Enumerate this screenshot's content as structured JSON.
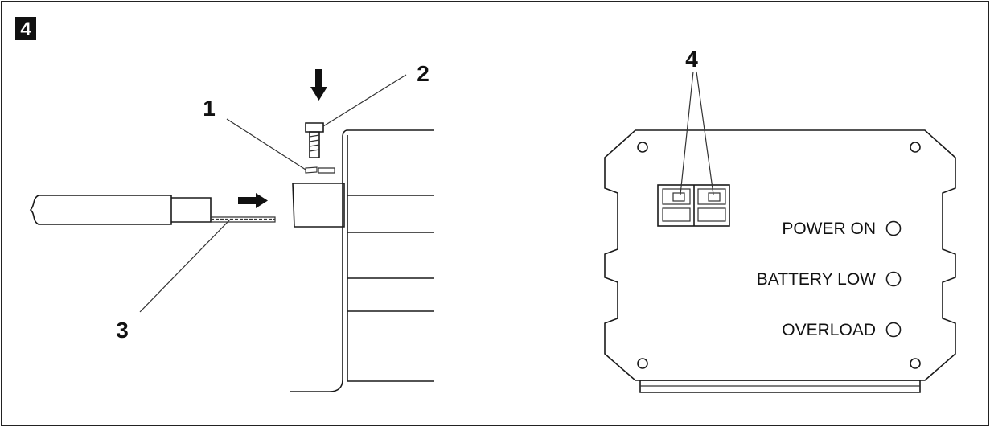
{
  "figure": {
    "panel_number": "4",
    "callouts": {
      "c1": "1",
      "c2": "2",
      "c3": "3",
      "c4": "4"
    },
    "indicators": [
      {
        "label": "POWER ON"
      },
      {
        "label": "BATTERY LOW"
      },
      {
        "label": "OVERLOAD"
      }
    ]
  }
}
